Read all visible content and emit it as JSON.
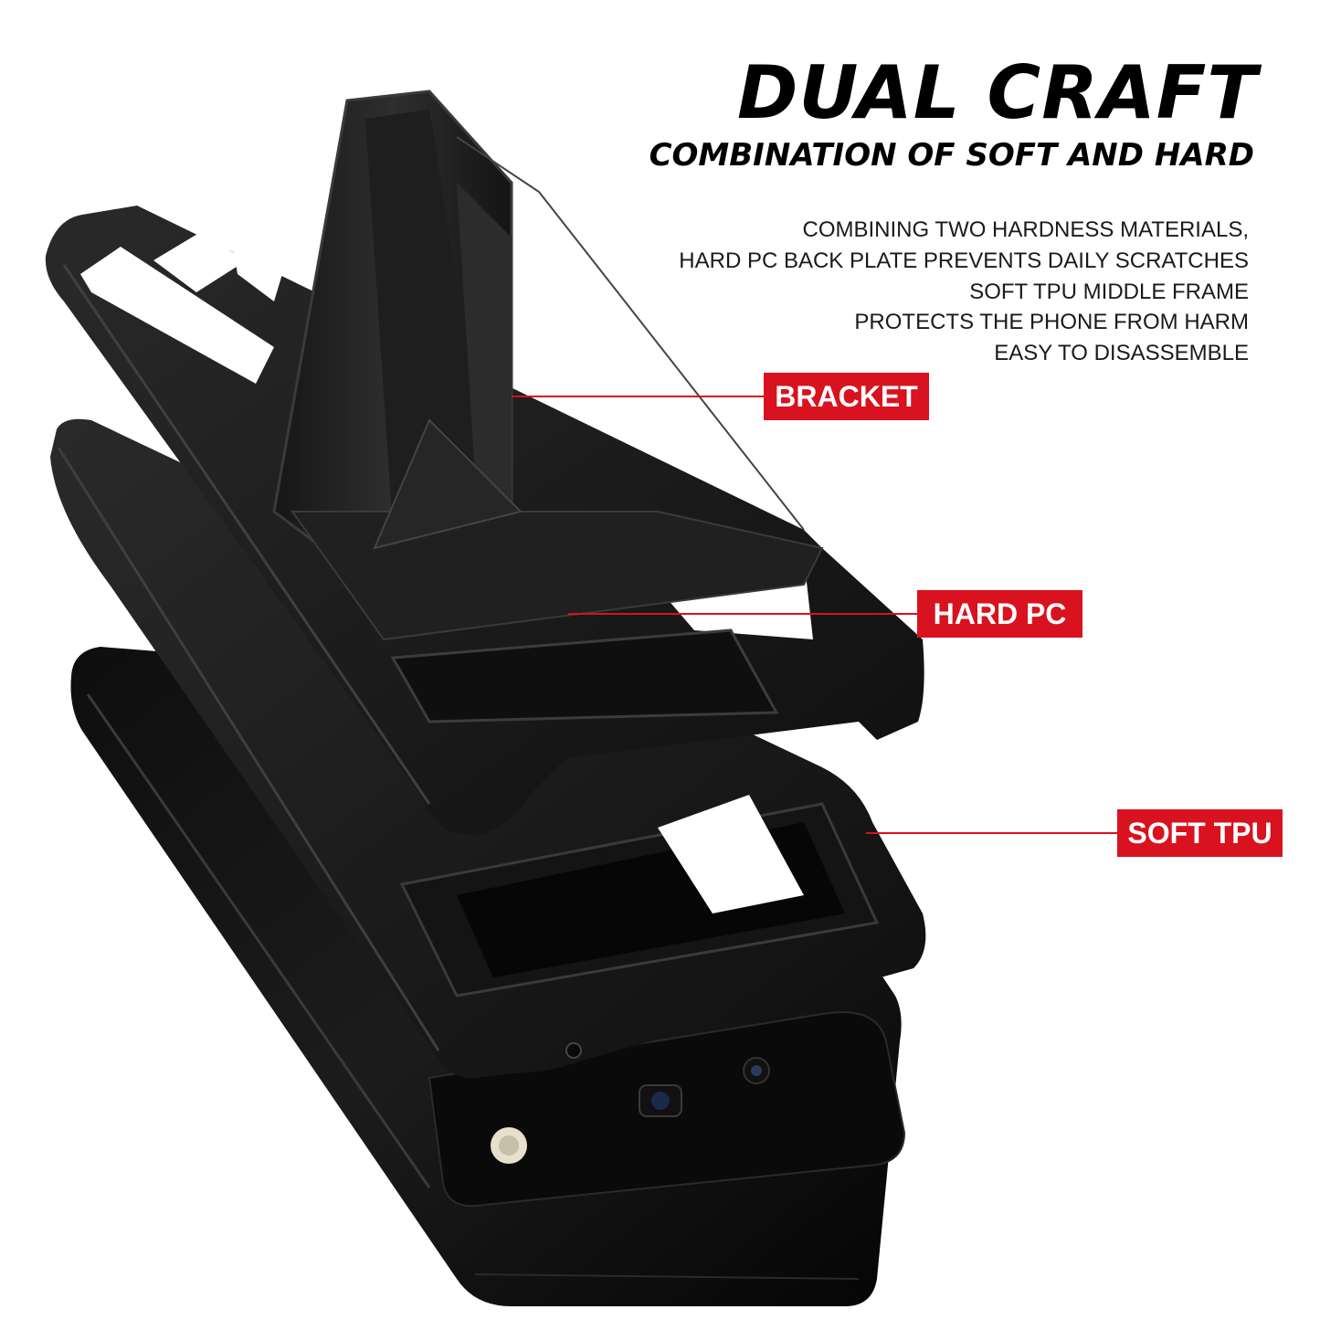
{
  "header": {
    "title": "DUAL CRAFT",
    "subtitle": "COMBINATION OF SOFT AND HARD"
  },
  "description": [
    "COMBINING TWO HARDNESS MATERIALS,",
    "HARD PC BACK PLATE PREVENTS DAILY SCRATCHES",
    "SOFT TPU MIDDLE FRAME",
    "PROTECTS THE PHONE FROM HARM",
    "EASY TO DISASSEMBLE"
  ],
  "callouts": {
    "bracket": "BRACKET",
    "hard_pc": "HARD PC",
    "soft_tpu": "SOFT TPU"
  },
  "colors": {
    "accent": "#d9121f",
    "text": "#000000",
    "background": "#ffffff",
    "case": "#1c1c1c"
  }
}
